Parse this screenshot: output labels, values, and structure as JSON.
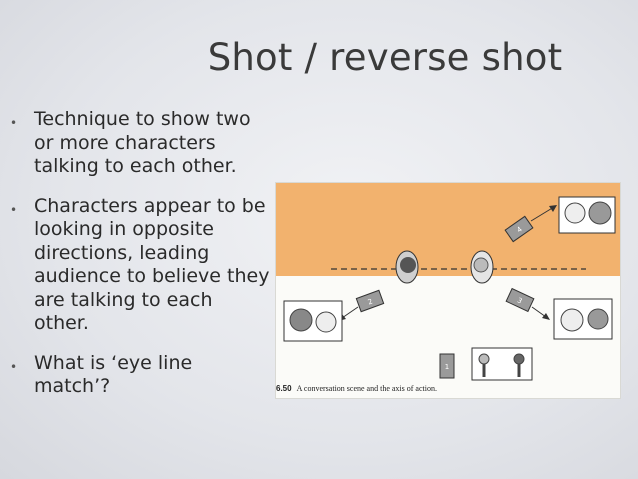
{
  "slide": {
    "title": "Shot / reverse shot",
    "bullets": [
      "Technique to show two or more characters talking to each other.",
      "Characters appear to be looking in opposite directions, leading audience to believe they are talking to each other.",
      "What is ‘eye line match’?"
    ]
  },
  "figure": {
    "number": "6.50",
    "caption": "A conversation scene and the axis of action.",
    "camera_labels": [
      "1",
      "2",
      "3",
      "4"
    ],
    "colors": {
      "band": "#f2b26e",
      "camera": "#9a9a9a",
      "frame": "#333333"
    }
  }
}
